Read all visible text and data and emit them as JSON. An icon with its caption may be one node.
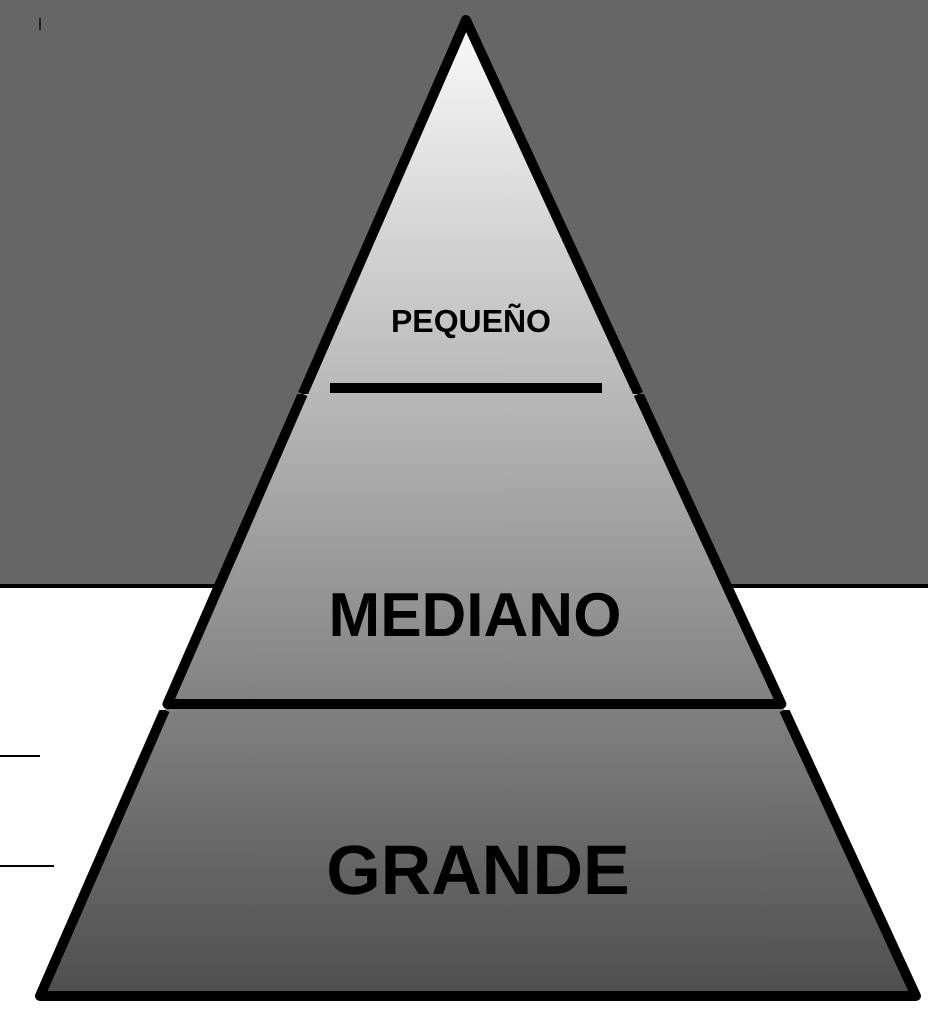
{
  "diagram": {
    "nodes": [
      {
        "text": [
          "PEQUEÑO"
        ]
      },
      {
        "text": [
          "MEDIANO"
        ]
      },
      {
        "text": [
          "GRANDE"
        ]
      }
    ]
  }
}
